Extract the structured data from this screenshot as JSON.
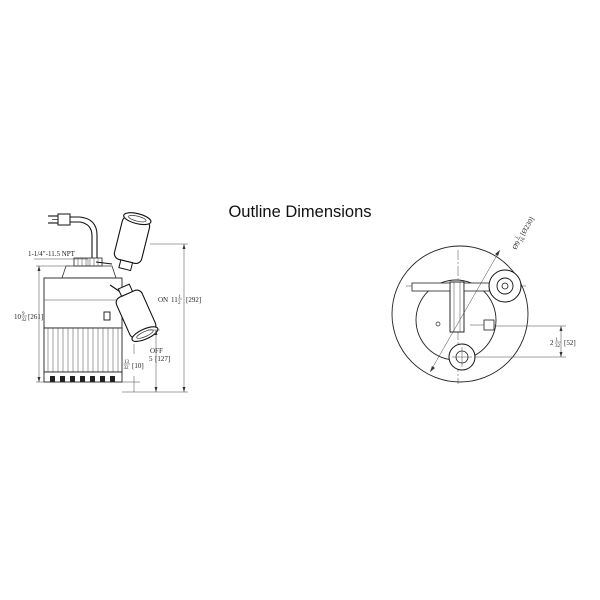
{
  "title": "Outline Dimensions",
  "side_view": {
    "npt_label": "1-1/4\"-11.5 NPT",
    "height": {
      "whole": "10",
      "num": "9",
      "den": "32",
      "metric": "[261]"
    },
    "on_label": {
      "prefix": "ON",
      "whole": "11",
      "num": "1",
      "den": "2",
      "metric": "[292]"
    },
    "off_label": {
      "prefix": "OFF",
      "value": "5",
      "metric": "[127]"
    },
    "base_gap": {
      "num": "13",
      "den": "32",
      "metric": "[10]"
    }
  },
  "top_view": {
    "diameter": {
      "prefix": "Ø9",
      "num": "1",
      "den": "16",
      "metric": "[Ø230]"
    },
    "offset": {
      "whole": "2",
      "num": "1",
      "den": "32",
      "metric": "[52]"
    }
  }
}
